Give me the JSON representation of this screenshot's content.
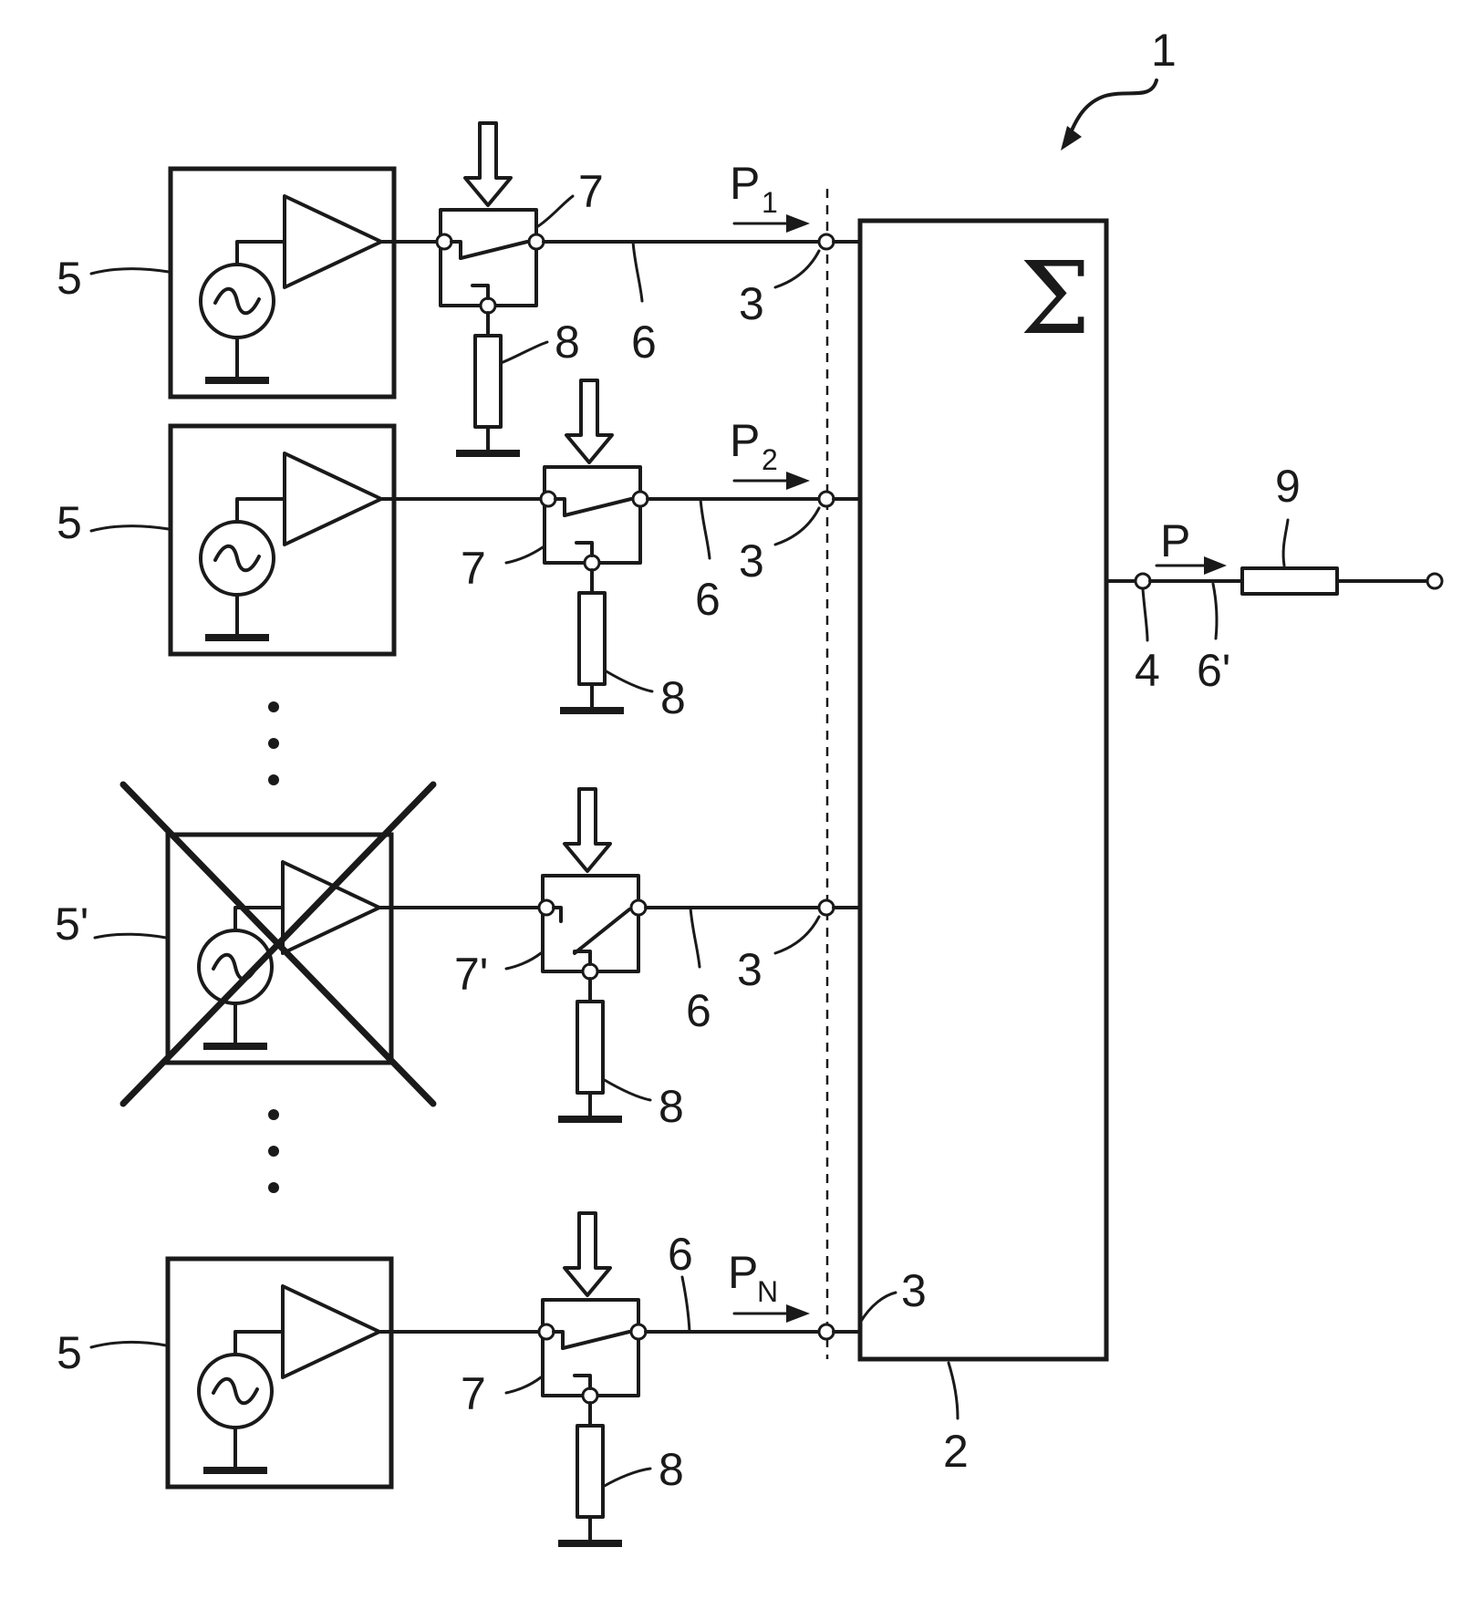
{
  "labels": {
    "system": "1",
    "combiner": "2",
    "input_port": "3",
    "output_port": "4",
    "amplifier_module": "5",
    "amplifier_module_failed": "5'",
    "line": "6",
    "output_line": "6'",
    "switch": "7",
    "switch_failed": "7'",
    "termination": "8",
    "load": "9"
  },
  "power": {
    "p_symbol": "P",
    "sub_1": "1",
    "sub_2": "2",
    "sub_n": "N",
    "total": "P"
  },
  "combiner_symbol": "Σ",
  "ellipsis": "⋮"
}
